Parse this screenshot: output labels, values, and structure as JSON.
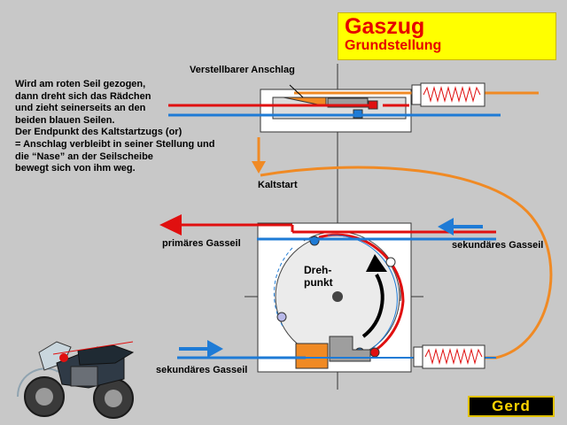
{
  "title": {
    "main": "Gaszug",
    "sub": "Grundstellung"
  },
  "description": {
    "lines": [
      "Wird am roten Seil gezogen,",
      "dann dreht sich das Rädchen",
      "und zieht seinerseits an den",
      "beiden blauen Seilen.",
      "Der Endpunkt des Kaltstartzugs (or)",
      "= Anschlag verbleibt in seiner Stellung und",
      "die “Nase” an der Seilscheibe",
      "bewegt sich von ihm weg."
    ]
  },
  "labels": {
    "adjustable_stop": "Verstellbarer Anschlag",
    "cold_start": "Kaltstart",
    "primary_cable": "primäres Gasseil",
    "secondary_cable_right": "sekundäres Gasseil",
    "secondary_cable_left": "sekundäres Gasseil",
    "pivot_line1": "Dreh-",
    "pivot_line2": "punkt"
  },
  "logo": {
    "text": "Gerd"
  },
  "colors": {
    "background": "#c8c8c8",
    "red_cable": "#e01010",
    "blue_cable": "#1e7bd6",
    "orange_cable": "#f08a24",
    "title_box": "#ffff00",
    "title_text": "#e60000"
  },
  "icons": {
    "motorcycle": "motorcycle-illustration",
    "pull_arrow": "arrow-left-icon",
    "rotation_arrow": "curved-arrow-icon",
    "spring": "spring-icon"
  }
}
